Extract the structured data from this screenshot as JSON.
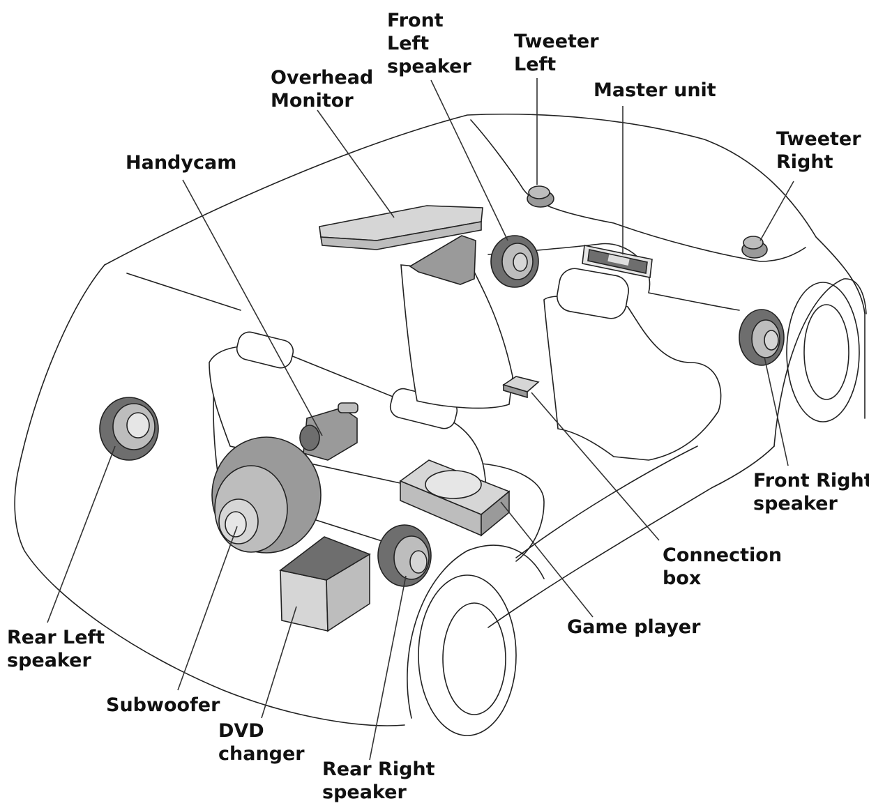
{
  "labels": {
    "front_left_speaker": [
      "Front",
      "Left",
      "speaker"
    ],
    "tweeter_left": [
      "Tweeter",
      "Left"
    ],
    "overhead_monitor": [
      "Overhead",
      "Monitor"
    ],
    "master_unit": [
      "Master unit"
    ],
    "tweeter_right": [
      "Tweeter",
      "Right"
    ],
    "handycam": [
      "Handycam"
    ],
    "front_right_speaker": [
      "Front Right",
      "speaker"
    ],
    "connection_box": [
      "Connection",
      "box"
    ],
    "game_player": [
      "Game player"
    ],
    "rear_left_speaker": [
      "Rear Left",
      "speaker"
    ],
    "subwoofer": [
      "Subwoofer"
    ],
    "dvd_changer": [
      "DVD",
      "changer"
    ],
    "rear_right_speaker": [
      "Rear Right",
      "speaker"
    ]
  }
}
